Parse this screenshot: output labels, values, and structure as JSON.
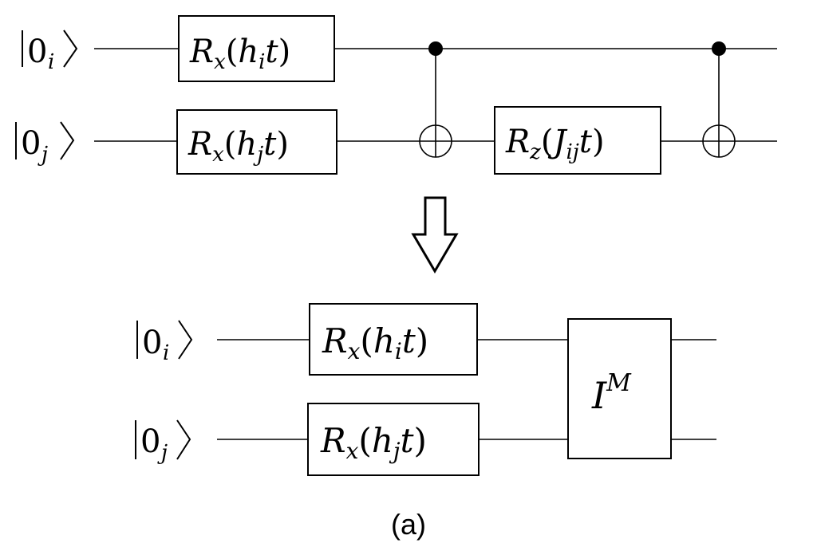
{
  "top_circuit": {
    "qubit_i": {
      "label": "0",
      "sub": "i"
    },
    "qubit_j": {
      "label": "0",
      "sub": "j"
    },
    "gate_rx_i": {
      "name": "R",
      "sub": "x",
      "open": "(",
      "arg": "h",
      "argsub": "i",
      "var": "t",
      "close": ")"
    },
    "gate_rx_j": {
      "name": "R",
      "sub": "x",
      "open": "(",
      "arg": "h",
      "argsub": "j",
      "var": "t",
      "close": ")"
    },
    "gate_rz": {
      "name": "R",
      "sub": "z",
      "open": "(",
      "arg": "J",
      "argsub": "ij",
      "var": "t",
      "close": ")"
    }
  },
  "bottom_circuit": {
    "qubit_i": {
      "label": "0",
      "sub": "i"
    },
    "qubit_j": {
      "label": "0",
      "sub": "j"
    },
    "gate_rx_i": {
      "name": "R",
      "sub": "x",
      "open": "(",
      "arg": "h",
      "argsub": "i",
      "var": "t",
      "close": ")"
    },
    "gate_rx_j": {
      "name": "R",
      "sub": "x",
      "open": "(",
      "arg": "h",
      "argsub": "j",
      "var": "t",
      "close": ")"
    },
    "gate_im": {
      "name": "I",
      "sup": "M"
    }
  },
  "caption": "(a)"
}
